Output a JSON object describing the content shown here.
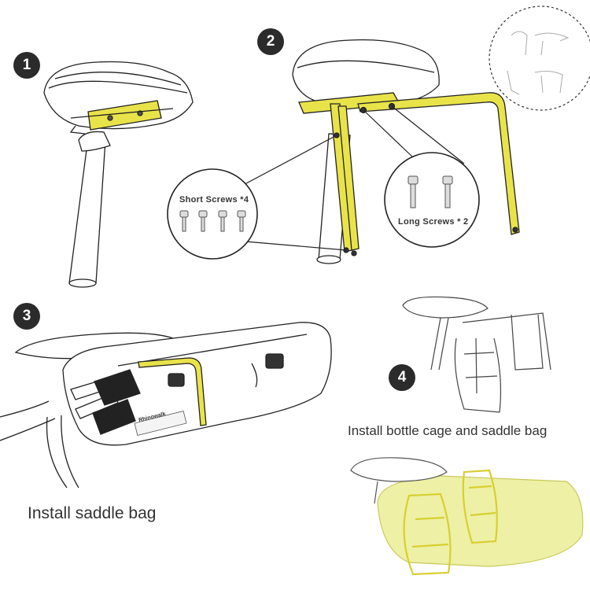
{
  "steps": [
    {
      "number": "1"
    },
    {
      "number": "2"
    },
    {
      "number": "3"
    },
    {
      "number": "4"
    }
  ],
  "labels": {
    "short_screws": "Short Screws *4",
    "long_screws": "Long Screws * 2",
    "step3_caption": "Install saddle bag",
    "step4_caption": "Install bottle cage and saddle bag",
    "bag_brand": "Rhinowalk"
  },
  "colors": {
    "accent_yellow": "#e9e34a",
    "line": "#222222",
    "badge": "#2b2b2b"
  }
}
